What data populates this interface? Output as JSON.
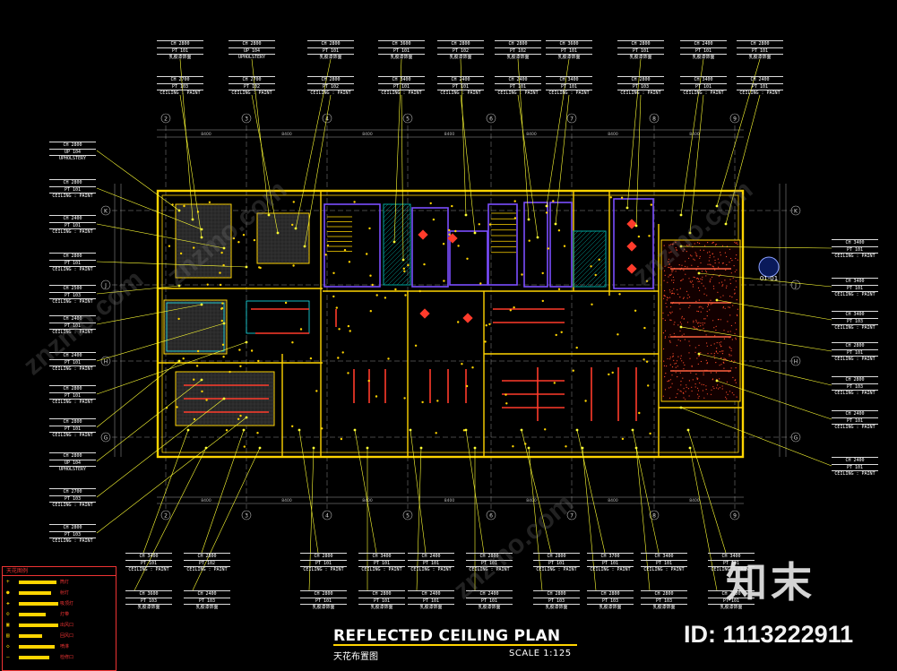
{
  "drawing": {
    "title": "REFLECTED CEILING PLAN",
    "title_cn": "天花布置图",
    "scale": "SCALE 1:125",
    "section_mark": "01-01"
  },
  "watermark": {
    "logo": "知末",
    "id": "ID: 1113222911",
    "faint": [
      "znzmo.com",
      "znzmo.com",
      "znzmo.com",
      "znzmo.com"
    ]
  },
  "legend": {
    "header": "天花图例",
    "rows": [
      {
        "symbol": "+",
        "text": "筒灯"
      },
      {
        "symbol": "●",
        "text": "射灯"
      },
      {
        "symbol": "✚",
        "text": "吸顶灯"
      },
      {
        "symbol": "⊙",
        "text": "灯带"
      },
      {
        "symbol": "▣",
        "text": "出风口"
      },
      {
        "symbol": "▤",
        "text": "回风口"
      },
      {
        "symbol": "◇",
        "text": "喷淋"
      },
      {
        "symbol": "—",
        "text": "检修口"
      }
    ]
  },
  "grid": {
    "columns": [
      "2",
      "3",
      "4",
      "5",
      "6",
      "7",
      "8",
      "9"
    ],
    "rows": [
      "K",
      "J",
      "H",
      "G"
    ]
  },
  "dims": {
    "top": [
      "8400",
      "8400",
      "8400",
      "8400",
      "8400",
      "8400",
      "8400"
    ],
    "bottom": [
      "8400",
      "8400",
      "8400",
      "8400",
      "8400",
      "8400",
      "8400"
    ]
  },
  "tags": {
    "top_row1": [
      {
        "ch": "CH  2800",
        "pt": "PT   101",
        "cn": "乳胶漆饰面"
      },
      {
        "ch": "CH  2800",
        "pt": "UP   104",
        "cn": "UPHOLSTERY"
      },
      {
        "ch": "CH  2800",
        "pt": "PT   101",
        "cn": "乳胶漆饰面"
      },
      {
        "ch": "CH  3600",
        "pt": "PT   101",
        "cn": "乳胶漆饰面"
      },
      {
        "ch": "CH  2800",
        "pt": "PT   102",
        "cn": "乳胶漆饰面"
      },
      {
        "ch": "CH  2800",
        "pt": "PT   102",
        "cn": "乳胶漆饰面"
      },
      {
        "ch": "CH  3600",
        "pt": "PT   101",
        "cn": "乳胶漆饰面"
      },
      {
        "ch": "CH  2800",
        "pt": "PT   101",
        "cn": "乳胶漆饰面"
      },
      {
        "ch": "CH  2400",
        "pt": "PT   101",
        "cn": "乳胶漆饰面"
      },
      {
        "ch": "CH  2800",
        "pt": "PT   101",
        "cn": "乳胶漆饰面"
      }
    ],
    "top_row2": [
      {
        "ch": "CH  2700",
        "pt": "PT   103",
        "cn": "CEILING : PAINT"
      },
      {
        "ch": "CH  2700",
        "pt": "PT   102",
        "cn": "CEILING : PAINT"
      },
      {
        "ch": "CH  2800",
        "pt": "PT   102",
        "cn": "CEILING : PAINT"
      },
      {
        "ch": "CH  3400",
        "pt": "PT   101",
        "cn": "CEILING : PAINT"
      },
      {
        "ch": "CH  2400",
        "pt": "PT   101",
        "cn": "CEILING : PAINT"
      },
      {
        "ch": "CH  2400",
        "pt": "PT   101",
        "cn": "CEILING : PAINT"
      },
      {
        "ch": "CH  3400",
        "pt": "PT   101",
        "cn": "CEILING : PAINT"
      },
      {
        "ch": "CH  2800",
        "pt": "PT   103",
        "cn": "CEILING : PAINT"
      },
      {
        "ch": "CH  3400",
        "pt": "PT   101",
        "cn": "CEILING : PAINT"
      },
      {
        "ch": "CH  2400",
        "pt": "PT   101",
        "cn": "CEILING : PAINT"
      }
    ],
    "left": [
      {
        "ch": "CH  2800",
        "pt": "UP   104",
        "cn": "UPHOLSTERY"
      },
      {
        "ch": "CH  2800",
        "pt": "PT   101",
        "cn": "CEILING : PAINT"
      },
      {
        "ch": "CH  2400",
        "pt": "PT   101",
        "cn": "CEILING : PAINT"
      },
      {
        "ch": "CH  2800",
        "pt": "PT   101",
        "cn": "CEILING : PAINT"
      },
      {
        "ch": "CH  2500",
        "pt": "PT   103",
        "cn": "CEILING : PAINT"
      },
      {
        "ch": "CH  2400",
        "pt": "PT   101",
        "cn": "CEILING : PAINT"
      },
      {
        "ch": "CH  2400",
        "pt": "PT   101",
        "cn": "CEILING : PAINT"
      },
      {
        "ch": "CH  2800",
        "pt": "PT   101",
        "cn": "CEILING : PAINT"
      },
      {
        "ch": "CH  2800",
        "pt": "PT   101",
        "cn": "CEILING : PAINT"
      },
      {
        "ch": "CH  2800",
        "pt": "UP   104",
        "cn": "UPHOLSTERY"
      },
      {
        "ch": "CH  2700",
        "pt": "PT   103",
        "cn": "CEILING : PAINT"
      },
      {
        "ch": "CH  2800",
        "pt": "PT   103",
        "cn": "CEILING : PAINT"
      }
    ],
    "right": [
      {
        "ch": "CH  3400",
        "pt": "PT   101",
        "cn": "CEILING : PAINT"
      },
      {
        "ch": "CH  3400",
        "pt": "PT   101",
        "cn": "CEILING : PAINT"
      },
      {
        "ch": "CH  3400",
        "pt": "PT   103",
        "cn": "CEILING : PAINT"
      },
      {
        "ch": "CH  2800",
        "pt": "PT   101",
        "cn": "CEILING : PAINT"
      },
      {
        "ch": "CH  2800",
        "pt": "PT   103",
        "cn": "CEILING : PAINT"
      },
      {
        "ch": "CH  2400",
        "pt": "PT   101",
        "cn": "CEILING : PAINT"
      },
      {
        "ch": "CH  2400",
        "pt": "PT   101",
        "cn": "CEILING : PAINT"
      }
    ],
    "bottom_row1": [
      {
        "ch": "CH  3400",
        "pt": "PT   101",
        "cn": "CEILING : PAINT"
      },
      {
        "ch": "CH  2800",
        "pt": "PT   102",
        "cn": "CEILING : PAINT"
      },
      {
        "ch": "CH  2800",
        "pt": "PT   101",
        "cn": "CEILING : PAINT"
      },
      {
        "ch": "CH  3400",
        "pt": "PT   101",
        "cn": "CEILING : PAINT"
      },
      {
        "ch": "CH  2400",
        "pt": "PT   101",
        "cn": "CEILING : PAINT"
      },
      {
        "ch": "CH  2800",
        "pt": "PT   101",
        "cn": "CEILING : PAINT"
      },
      {
        "ch": "CH  2800",
        "pt": "PT   101",
        "cn": "CEILING : PAINT"
      },
      {
        "ch": "CH  3700",
        "pt": "PT   101",
        "cn": "CEILING : PAINT"
      },
      {
        "ch": "CH  3400",
        "pt": "PT   101",
        "cn": "CEILING : PAINT"
      },
      {
        "ch": "CH  3400",
        "pt": "PT   101",
        "cn": "CEILING : PAINT"
      }
    ],
    "bottom_row2": [
      {
        "ch": "CH  3600",
        "pt": "PT   103",
        "cn": "乳胶漆饰面"
      },
      {
        "ch": "CH  2400",
        "pt": "PT   103",
        "cn": "乳胶漆饰面"
      },
      {
        "ch": "CH  2800",
        "pt": "PT   101",
        "cn": "乳胶漆饰面"
      },
      {
        "ch": "CH  2800",
        "pt": "PT   101",
        "cn": "乳胶漆饰面"
      },
      {
        "ch": "CH  2400",
        "pt": "PT   101",
        "cn": "乳胶漆饰面"
      },
      {
        "ch": "CH  2400",
        "pt": "PT   101",
        "cn": "乳胶漆饰面"
      },
      {
        "ch": "CH  2800",
        "pt": "PT   103",
        "cn": "乳胶漆饰面"
      },
      {
        "ch": "CH  2800",
        "pt": "PT   103",
        "cn": "乳胶漆饰面"
      },
      {
        "ch": "CH  2800",
        "pt": "PT   103",
        "cn": "乳胶漆饰面"
      },
      {
        "ch": "CH  2800",
        "pt": "PT   101",
        "cn": "乳胶漆饰面"
      }
    ]
  },
  "colors": {
    "background": "#000000",
    "wall": "#ffd400",
    "partition": "#7b4dff",
    "leader": "#ffff33",
    "grid": "#b0b0b0",
    "accent_red": "#ff3b2b",
    "hatch": "#00a39b",
    "cyan": "#19e6f0"
  }
}
